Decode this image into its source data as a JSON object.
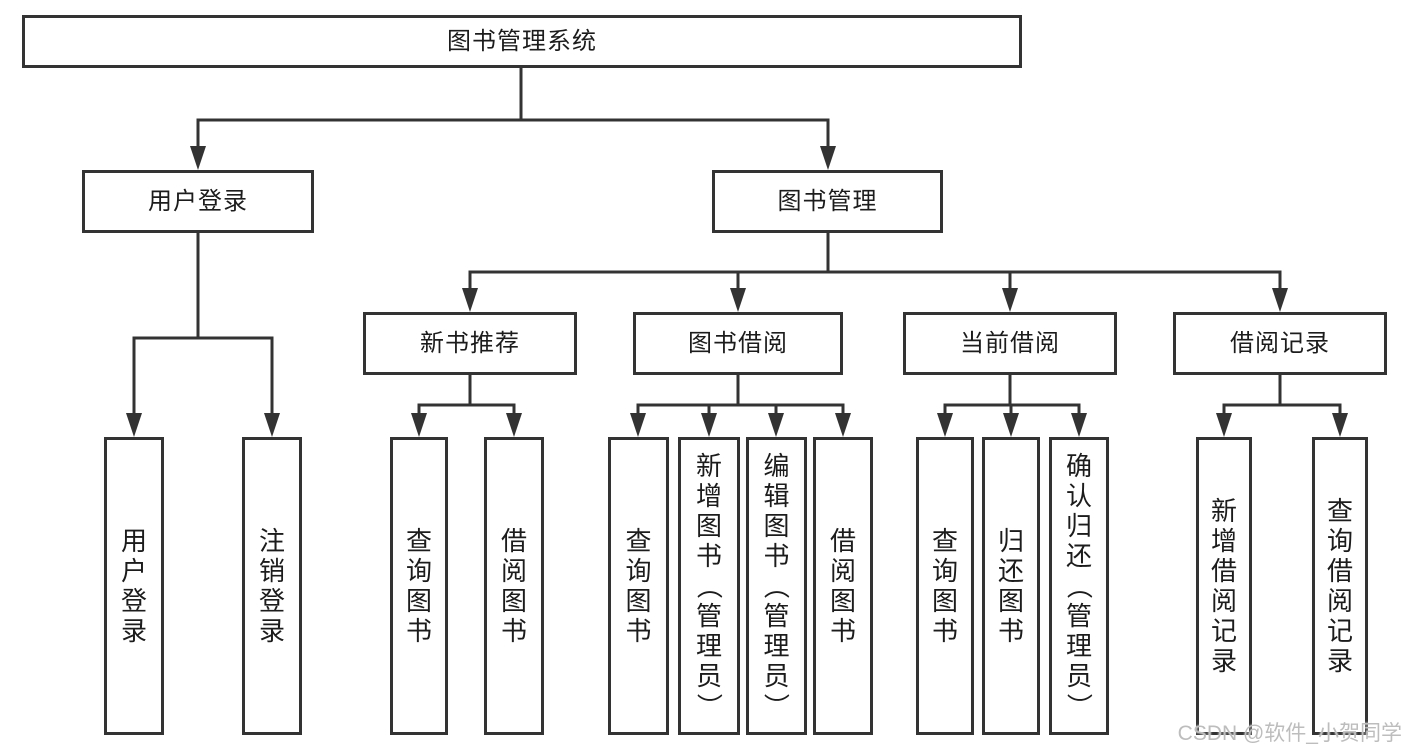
{
  "diagram": {
    "title": "图书管理系统",
    "root": {
      "label": "图书管理系统"
    },
    "level2": [
      {
        "id": "user-login",
        "label": "用户登录"
      },
      {
        "id": "book-management",
        "label": "图书管理"
      }
    ],
    "level3": [
      {
        "id": "new-book-recommend",
        "label": "新书推荐"
      },
      {
        "id": "book-borrow",
        "label": "图书借阅"
      },
      {
        "id": "current-borrow",
        "label": "当前借阅"
      },
      {
        "id": "borrow-records",
        "label": "借阅记录"
      }
    ],
    "leaves": [
      {
        "id": "leaf-user-login",
        "parent": "用户登录",
        "label": "用户登录"
      },
      {
        "id": "leaf-logout",
        "parent": "用户登录",
        "label": "注销登录"
      },
      {
        "id": "leaf-query-book-1",
        "parent": "新书推荐",
        "label": "查询图书"
      },
      {
        "id": "leaf-borrow-book-1",
        "parent": "新书推荐",
        "label": "借阅图书"
      },
      {
        "id": "leaf-query-book-2",
        "parent": "图书借阅",
        "label": "查询图书"
      },
      {
        "id": "leaf-add-book",
        "parent": "图书借阅",
        "label": "新增图书（管理员）"
      },
      {
        "id": "leaf-edit-book",
        "parent": "图书借阅",
        "label": "编辑图书（管理员）"
      },
      {
        "id": "leaf-borrow-book-2",
        "parent": "图书借阅",
        "label": "借阅图书"
      },
      {
        "id": "leaf-query-book-3",
        "parent": "当前借阅",
        "label": "查询图书"
      },
      {
        "id": "leaf-return-book",
        "parent": "当前借阅",
        "label": "归还图书"
      },
      {
        "id": "leaf-confirm-return",
        "parent": "当前借阅",
        "label": "确认归还（管理员）"
      },
      {
        "id": "leaf-add-borrow-record",
        "parent": "借阅记录",
        "label": "新增借阅记录"
      },
      {
        "id": "leaf-query-borrow-record",
        "parent": "借阅记录",
        "label": "查询借阅记录"
      }
    ]
  },
  "watermark": {
    "text": "CSDN @软件_小贺同学"
  },
  "colors": {
    "line": "#333333",
    "border": "#333333",
    "text": "#1c1c1c",
    "watermark": "#bdbdbd",
    "background": "#ffffff"
  }
}
